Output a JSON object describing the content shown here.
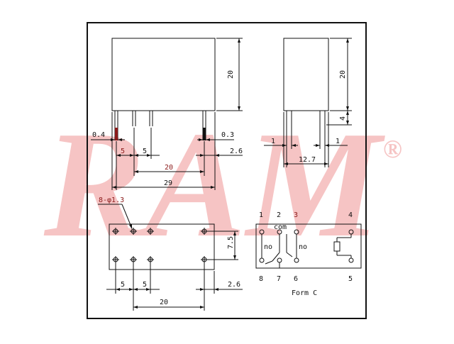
{
  "watermark": {
    "text": "RAM",
    "registered": "®",
    "color": "#f6c4c4"
  },
  "colors": {
    "line": "#111111",
    "accent": "#8b1a1a",
    "frame": "#111111"
  },
  "front_view": {
    "height": "20",
    "pin_left_width": "0.4",
    "pin_right_width": "0.3",
    "spacing_a": "5",
    "spacing_b": "5",
    "edge": "2.6",
    "span": "20",
    "length": "29"
  },
  "side_view": {
    "height": "20",
    "pin_length": "4",
    "pin_left": "1",
    "pin_right": "1",
    "width": "12.7"
  },
  "bottom_view": {
    "hole_label": "8-φ1.3",
    "row_spacing": "7.5",
    "spacing_a": "5",
    "spacing_b": "5",
    "edge": "2.6",
    "span": "20"
  },
  "schematic": {
    "pins_top": [
      "1",
      "2",
      "3",
      "4"
    ],
    "pins_bottom": [
      "8",
      "7",
      "6",
      "5"
    ],
    "com": "com",
    "no_left": "no",
    "no_right": "no",
    "caption": "Form C"
  }
}
